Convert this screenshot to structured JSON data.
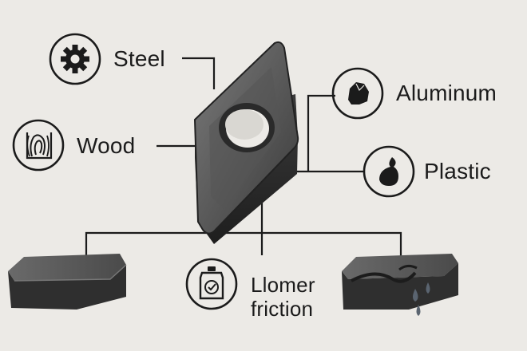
{
  "labels": {
    "steel": "Steel",
    "wood": "Wood",
    "aluminum": "Aluminum",
    "plastic": "Plastic",
    "friction_line1": "Llomer",
    "friction_line2": "friction"
  },
  "icons": {
    "steel": "gear-icon",
    "wood": "wood-grain-icon",
    "aluminum": "rock-chunk-icon",
    "plastic": "plastic-blob-icon",
    "friction": "bottle-check-icon"
  },
  "colors": {
    "background": "#eceae6",
    "ink": "#1b1b1b",
    "insert_dark": "#2b2b2b",
    "insert_mid": "#4a4a4a",
    "insert_light": "#6e6e6e",
    "droplet": "#5a6470"
  }
}
